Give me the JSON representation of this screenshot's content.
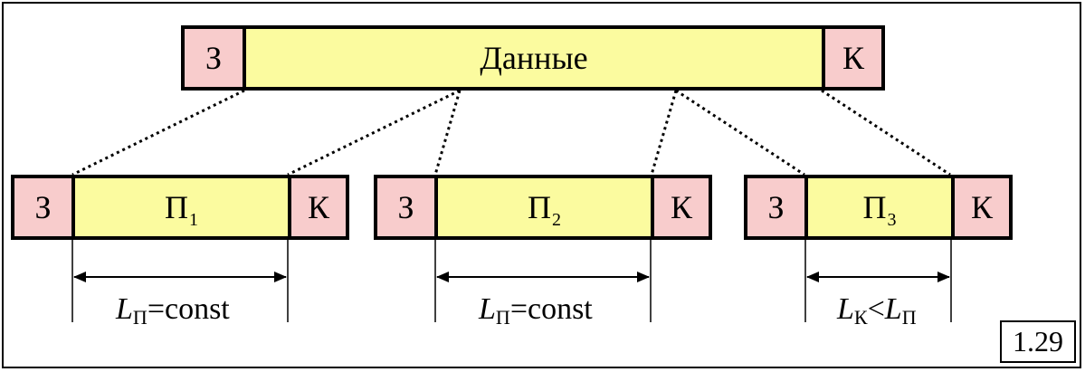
{
  "top_packet": {
    "header_label": "З",
    "data_label": "Данные",
    "trailer_label": "К"
  },
  "packets": [
    {
      "header_label": "З",
      "payload_label": "П",
      "payload_sub": "1",
      "trailer_label": "К"
    },
    {
      "header_label": "З",
      "payload_label": "П",
      "payload_sub": "2",
      "trailer_label": "К"
    },
    {
      "header_label": "З",
      "payload_label": "П",
      "payload_sub": "3",
      "trailer_label": "К"
    }
  ],
  "length_labels": [
    {
      "main": "L",
      "sub": "П",
      "rest": "=const"
    },
    {
      "main": "L",
      "sub": "П",
      "rest": "=const"
    },
    {
      "main": "L",
      "sub": "К",
      "op": "<",
      "main2": "L",
      "sub2": "П"
    }
  ],
  "figure_number": "1.29",
  "colors": {
    "header_fill": "#f8cccc",
    "payload_fill": "#fbfb9f",
    "stroke": "#000000"
  }
}
